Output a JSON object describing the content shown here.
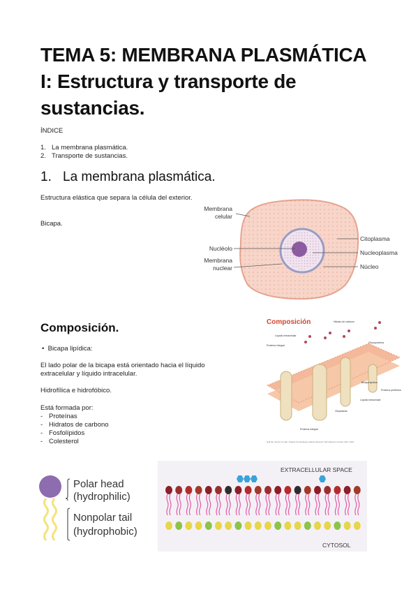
{
  "title": "TEMA 5: MEMBRANA PLASMÁTICA I: Estructura y transporte de sustancias.",
  "index": {
    "heading": "ÍNDICE",
    "items": [
      {
        "num": "1.",
        "text": "La membrana plasmática."
      },
      {
        "num": "2.",
        "text": "Transporte de sustancias."
      }
    ]
  },
  "section1": {
    "num": "1.",
    "heading": "La membrana plasmática.",
    "desc": "Estructura elástica que separa la célula del exterior.",
    "bicapa": "Bicapa."
  },
  "cell_figure": {
    "labels": {
      "membrana_celular": [
        "Membrana",
        "celular"
      ],
      "nucleolo": "Nucléolo",
      "membrana_nuclear": [
        "Membrana",
        "nuclear"
      ],
      "citoplasma": "Citoplasma",
      "nucleoplasma": "Nucleoplasma",
      "nucleo": "Núcleo"
    }
  },
  "composicion": {
    "heading": "Composición.",
    "bullet": "Bicapa lipídica:",
    "p1": "El lado polar de la bicapa está orientado hacia el líquido extracelular y líquido intracelular.",
    "p2": "Hidrofílica e hidrofóbico.",
    "p3": "Está formada por:",
    "items": [
      "Proteínas",
      "Hidratos de carbono",
      "Fosfolípidos",
      "Colesterol"
    ]
  },
  "membrane_figure": {
    "title": "Composición",
    "labels": {
      "hidrato": "Hidrato de carbono",
      "liquido_extra": "Líquido extracelular",
      "proteina_integral": "Proteína integral",
      "glucoproteina": "Glucoproteína",
      "bicapa": "Bicapa lipídica",
      "proteina_periferica": "Proteína periférica",
      "liquido_intra": "Líquido intracelular",
      "citoplasma": "Citoplasma",
      "proteina_integral2": "Proteína integral"
    },
    "caption": "Hall JE. Guyton & Hall. Tratado de fisiología médica. Elsevier 14th Elsevier Limited (UK). 2021."
  },
  "phospholipid": {
    "polar": "Polar head",
    "hydrophilic": "(hydrophilic)",
    "nonpolar": "Nonpolar tail",
    "hydrophobic": "(hydrophobic)"
  },
  "bilayer_figure": {
    "top": "EXTRACELLULAR SPACE",
    "bottom": "CYTOSOL"
  }
}
